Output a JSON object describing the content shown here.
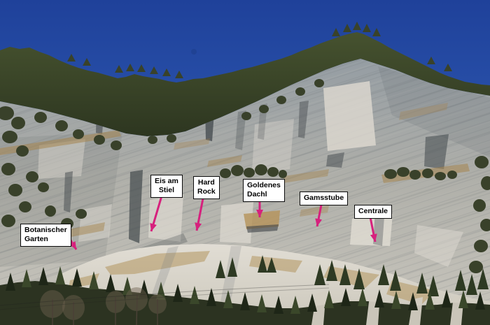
{
  "colors": {
    "arrow": "#D6217D",
    "label_background": "#FFFFFF",
    "label_border": "#0D0D0D",
    "label_text": "#000000",
    "sky": "#2A52A8"
  },
  "labels": [
    {
      "id": "botanischer-garten",
      "text": "Botanischer\nGarten"
    },
    {
      "id": "eis-am-stiel",
      "text": "Eis am\nStiel"
    },
    {
      "id": "hard-rock",
      "text": "Hard\nRock"
    },
    {
      "id": "goldenes-dachl",
      "text": "Goldenes\nDachl"
    },
    {
      "id": "gamsstube",
      "text": "Gamsstube"
    },
    {
      "id": "centrale",
      "text": "Centrale"
    }
  ]
}
